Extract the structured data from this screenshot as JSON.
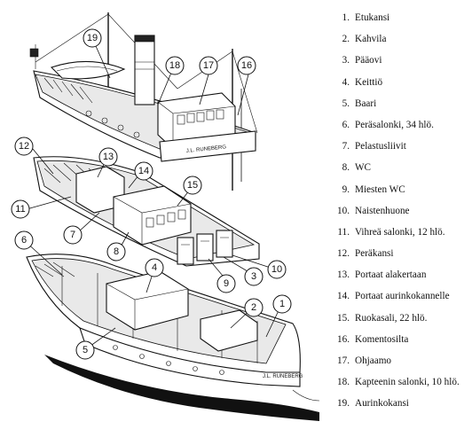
{
  "legend": [
    {
      "num": "1.",
      "label": "Etukansi"
    },
    {
      "num": "2.",
      "label": "Kahvila"
    },
    {
      "num": "3.",
      "label": "Pääovi"
    },
    {
      "num": "4.",
      "label": "Keittiö"
    },
    {
      "num": "5.",
      "label": "Baari"
    },
    {
      "num": "6.",
      "label": "Peräsalonki, 34 hlö."
    },
    {
      "num": "7.",
      "label": "Pelastusliivit"
    },
    {
      "num": "8.",
      "label": "WC"
    },
    {
      "num": "9.",
      "label": "Miesten WC"
    },
    {
      "num": "10.",
      "label": "Naistenhuone"
    },
    {
      "num": "11.",
      "label": "Vihreä salonki, 12 hlö."
    },
    {
      "num": "12.",
      "label": "Peräkansi"
    },
    {
      "num": "13.",
      "label": "Portaat alakertaan"
    },
    {
      "num": "14.",
      "label": "Portaat aurinkokannelle"
    },
    {
      "num": "15.",
      "label": "Ruokasali, 22 hlö."
    },
    {
      "num": "16.",
      "label": "Komentosilta"
    },
    {
      "num": "17.",
      "label": "Ohjaamo"
    },
    {
      "num": "18.",
      "label": "Kapteenin salonki, 10 hlö."
    },
    {
      "num": "19.",
      "label": "Aurinkokansi"
    }
  ],
  "callouts": [
    "19",
    "18",
    "17",
    "16",
    "13",
    "14",
    "15",
    "12",
    "11",
    "7",
    "8",
    "9",
    "3",
    "10",
    "6",
    "4",
    "2",
    "1",
    "5"
  ],
  "ship_name": "J.L. RUNEBERG"
}
